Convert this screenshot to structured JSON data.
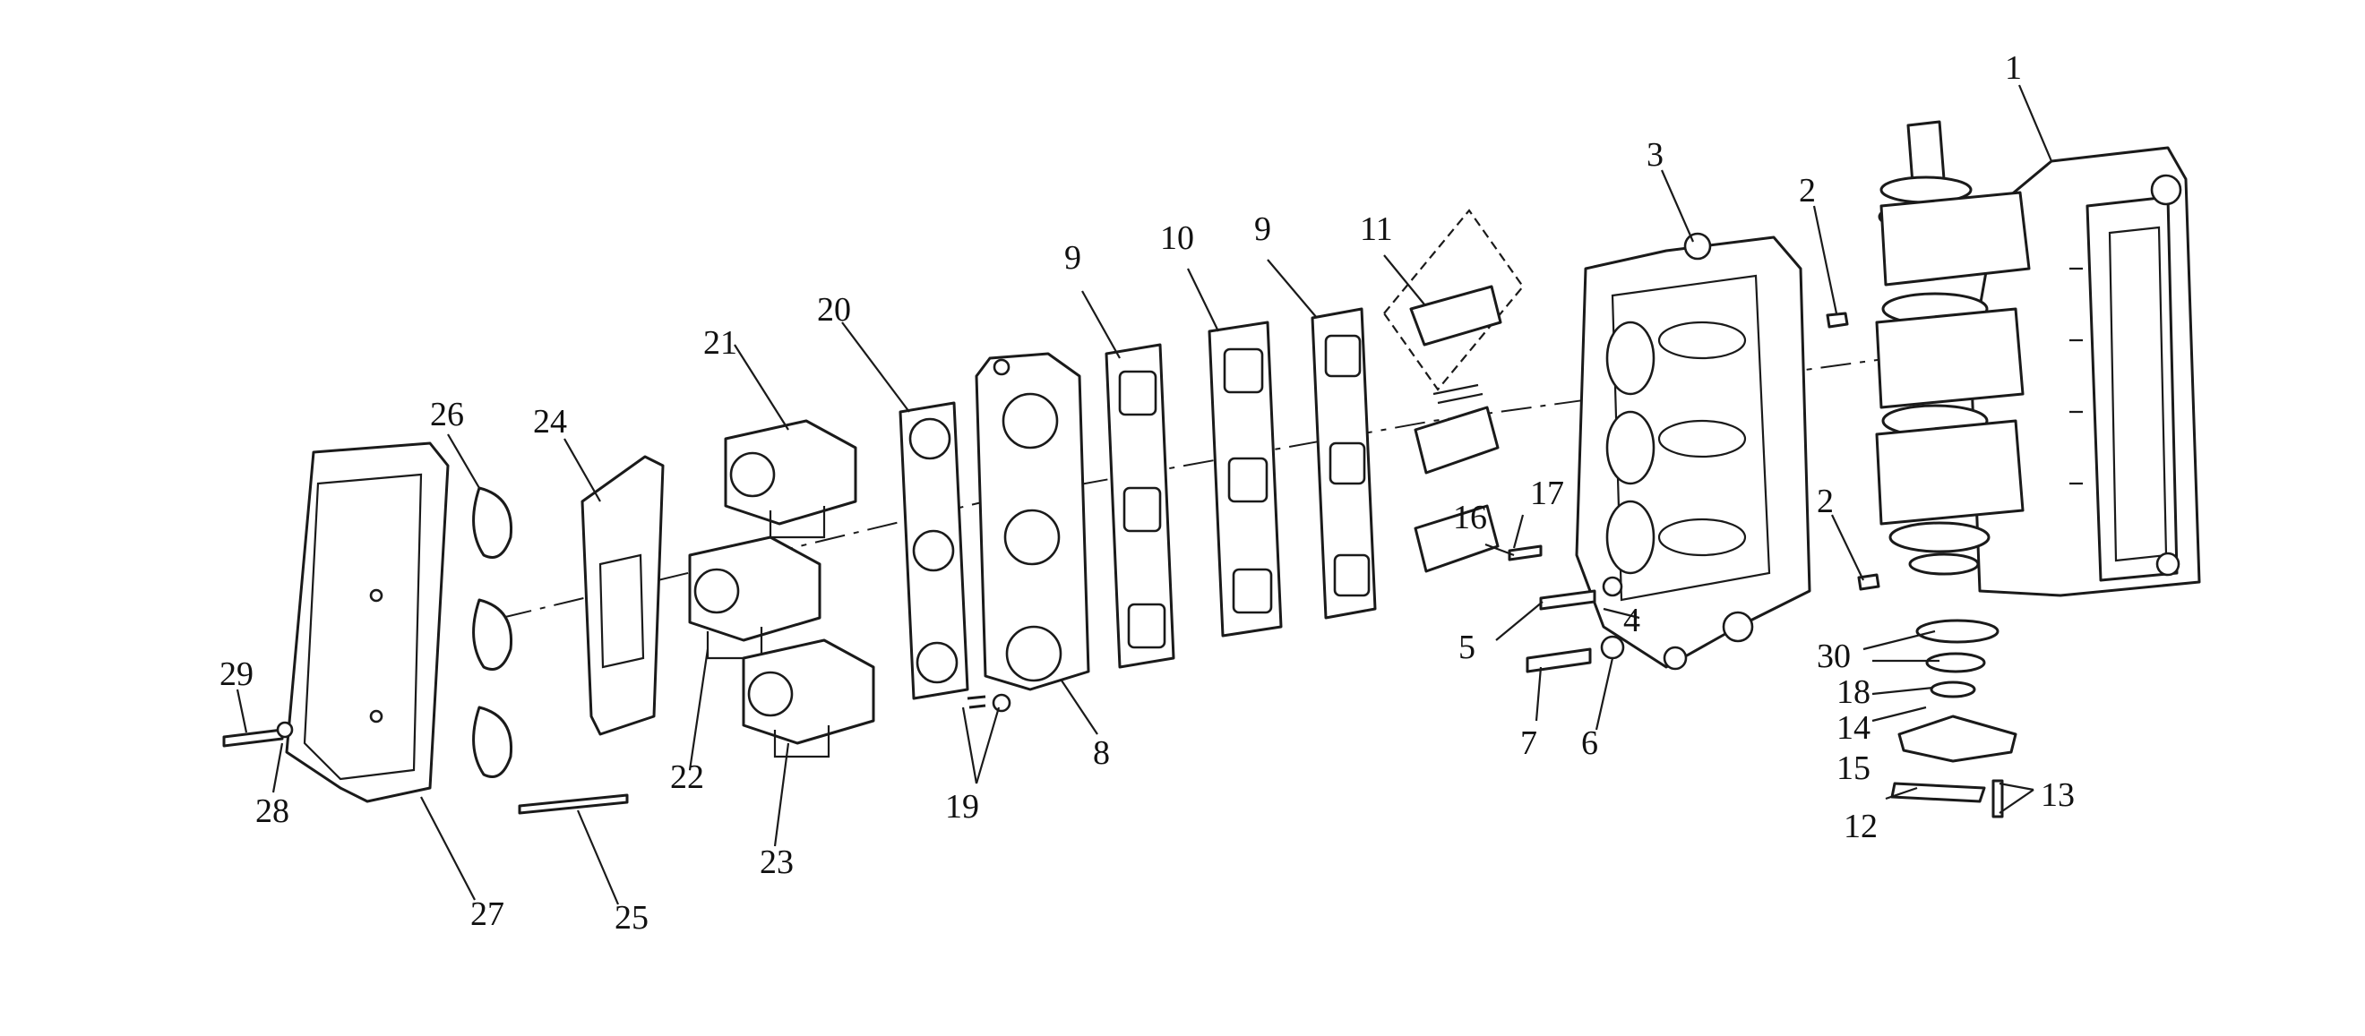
{
  "callouts": [
    {
      "id": "c1",
      "text": "1"
    },
    {
      "id": "c2a",
      "text": "2"
    },
    {
      "id": "c2b",
      "text": "2"
    },
    {
      "id": "c3",
      "text": "3"
    },
    {
      "id": "c4",
      "text": "4"
    },
    {
      "id": "c5",
      "text": "5"
    },
    {
      "id": "c6",
      "text": "6"
    },
    {
      "id": "c7",
      "text": "7"
    },
    {
      "id": "c8",
      "text": "8"
    },
    {
      "id": "c9a",
      "text": "9"
    },
    {
      "id": "c9b",
      "text": "9"
    },
    {
      "id": "c10",
      "text": "10"
    },
    {
      "id": "c11",
      "text": "11"
    },
    {
      "id": "c12",
      "text": "12"
    },
    {
      "id": "c13",
      "text": "13"
    },
    {
      "id": "c14",
      "text": "14"
    },
    {
      "id": "c15",
      "text": "15"
    },
    {
      "id": "c16",
      "text": "16"
    },
    {
      "id": "c17",
      "text": "17"
    },
    {
      "id": "c18",
      "text": "18"
    },
    {
      "id": "c19",
      "text": "19"
    },
    {
      "id": "c20",
      "text": "20"
    },
    {
      "id": "c21",
      "text": "21"
    },
    {
      "id": "c22",
      "text": "22"
    },
    {
      "id": "c23",
      "text": "23"
    },
    {
      "id": "c24",
      "text": "24"
    },
    {
      "id": "c25",
      "text": "25"
    },
    {
      "id": "c26",
      "text": "26"
    },
    {
      "id": "c27",
      "text": "27"
    },
    {
      "id": "c28",
      "text": "28"
    },
    {
      "id": "c29",
      "text": "29"
    },
    {
      "id": "c30",
      "text": "30"
    }
  ]
}
